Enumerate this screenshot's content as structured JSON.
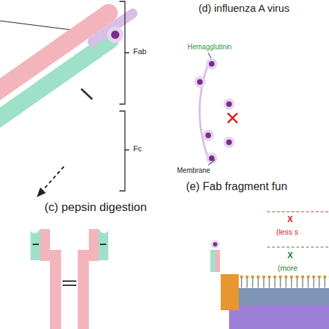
{
  "diagram": {
    "labels": [
      "Fab",
      "Fc",
      "(c) pepsin digestion",
      "(d) influenza A virus",
      "Hemagglutinin",
      "Membrane",
      "(e) Fab fragment fun",
      "X",
      "(less s",
      "X",
      "(more"
    ]
  }
}
